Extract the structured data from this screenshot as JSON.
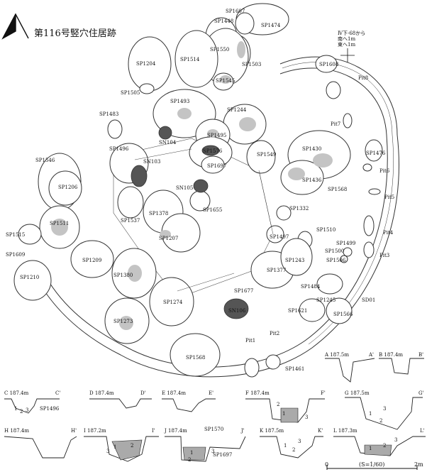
{
  "title": "第116号竪穴住居跡",
  "grid_note": [
    "Ⅳ下-68から",
    "南へ1m",
    "東へ1m"
  ],
  "scale": {
    "label": "(S=1/60)",
    "start": "0",
    "end": "2m"
  },
  "pit_labels": [
    "SP1607",
    "SP1448",
    "SP1474",
    "SP1550",
    "SP1503",
    "SP1514",
    "SP1204",
    "SP1505",
    "SP1545",
    "SP1493",
    "SP1244",
    "SP1608",
    "Pit8",
    "SP1483",
    "SN104",
    "SP1495",
    "Pit7",
    "SP1576",
    "SP1697",
    "SP1496",
    "SN103",
    "SP1549",
    "SP1430",
    "SP1476",
    "Pit6",
    "SP1546",
    "SP1206",
    "SN105",
    "SP1436",
    "SP1568",
    "Pit5",
    "SP1378",
    "SP1655",
    "SP1332",
    "SP1537",
    "SP1511",
    "SP1515",
    "SP1207",
    "SP1497",
    "SP1510",
    "Pit4",
    "SP1609",
    "SP1209",
    "SP1499",
    "SP1500",
    "Pit3",
    "SP1243",
    "SP1506",
    "SP1380",
    "SP1377",
    "SP1210",
    "SP1484",
    "SP1677",
    "SP1274",
    "SN106",
    "SP1245",
    "SD01",
    "SP1621",
    "SP1566",
    "SP1273",
    "Pit1",
    "Pit2",
    "SP1568",
    "SP1461"
  ],
  "section_markers": [
    "A",
    "A'",
    "B",
    "B'",
    "C",
    "C'",
    "D",
    "D'",
    "E",
    "E'",
    "F",
    "F'",
    "G",
    "G'",
    "H",
    "H'",
    "I",
    "I'",
    "J",
    "J'",
    "K",
    "K'",
    "L",
    "L'"
  ],
  "sections": [
    {
      "id": "A",
      "elev": "187.5m"
    },
    {
      "id": "B",
      "elev": "187.4m"
    },
    {
      "id": "C",
      "elev": "187.4m",
      "label": "SP1496"
    },
    {
      "id": "D",
      "elev": "187.4m"
    },
    {
      "id": "E",
      "elev": "187.4m"
    },
    {
      "id": "F",
      "elev": "187.4m"
    },
    {
      "id": "G",
      "elev": "187.5m"
    },
    {
      "id": "H",
      "elev": "187.4m"
    },
    {
      "id": "I",
      "elev": "187.2m"
    },
    {
      "id": "J",
      "elev": "187.4m",
      "label": "SP1570",
      "label2": "SP1697"
    },
    {
      "id": "K",
      "elev": "187.5m"
    },
    {
      "id": "L",
      "elev": "187.3m"
    }
  ],
  "layer_numbers": [
    "1",
    "2",
    "3"
  ]
}
